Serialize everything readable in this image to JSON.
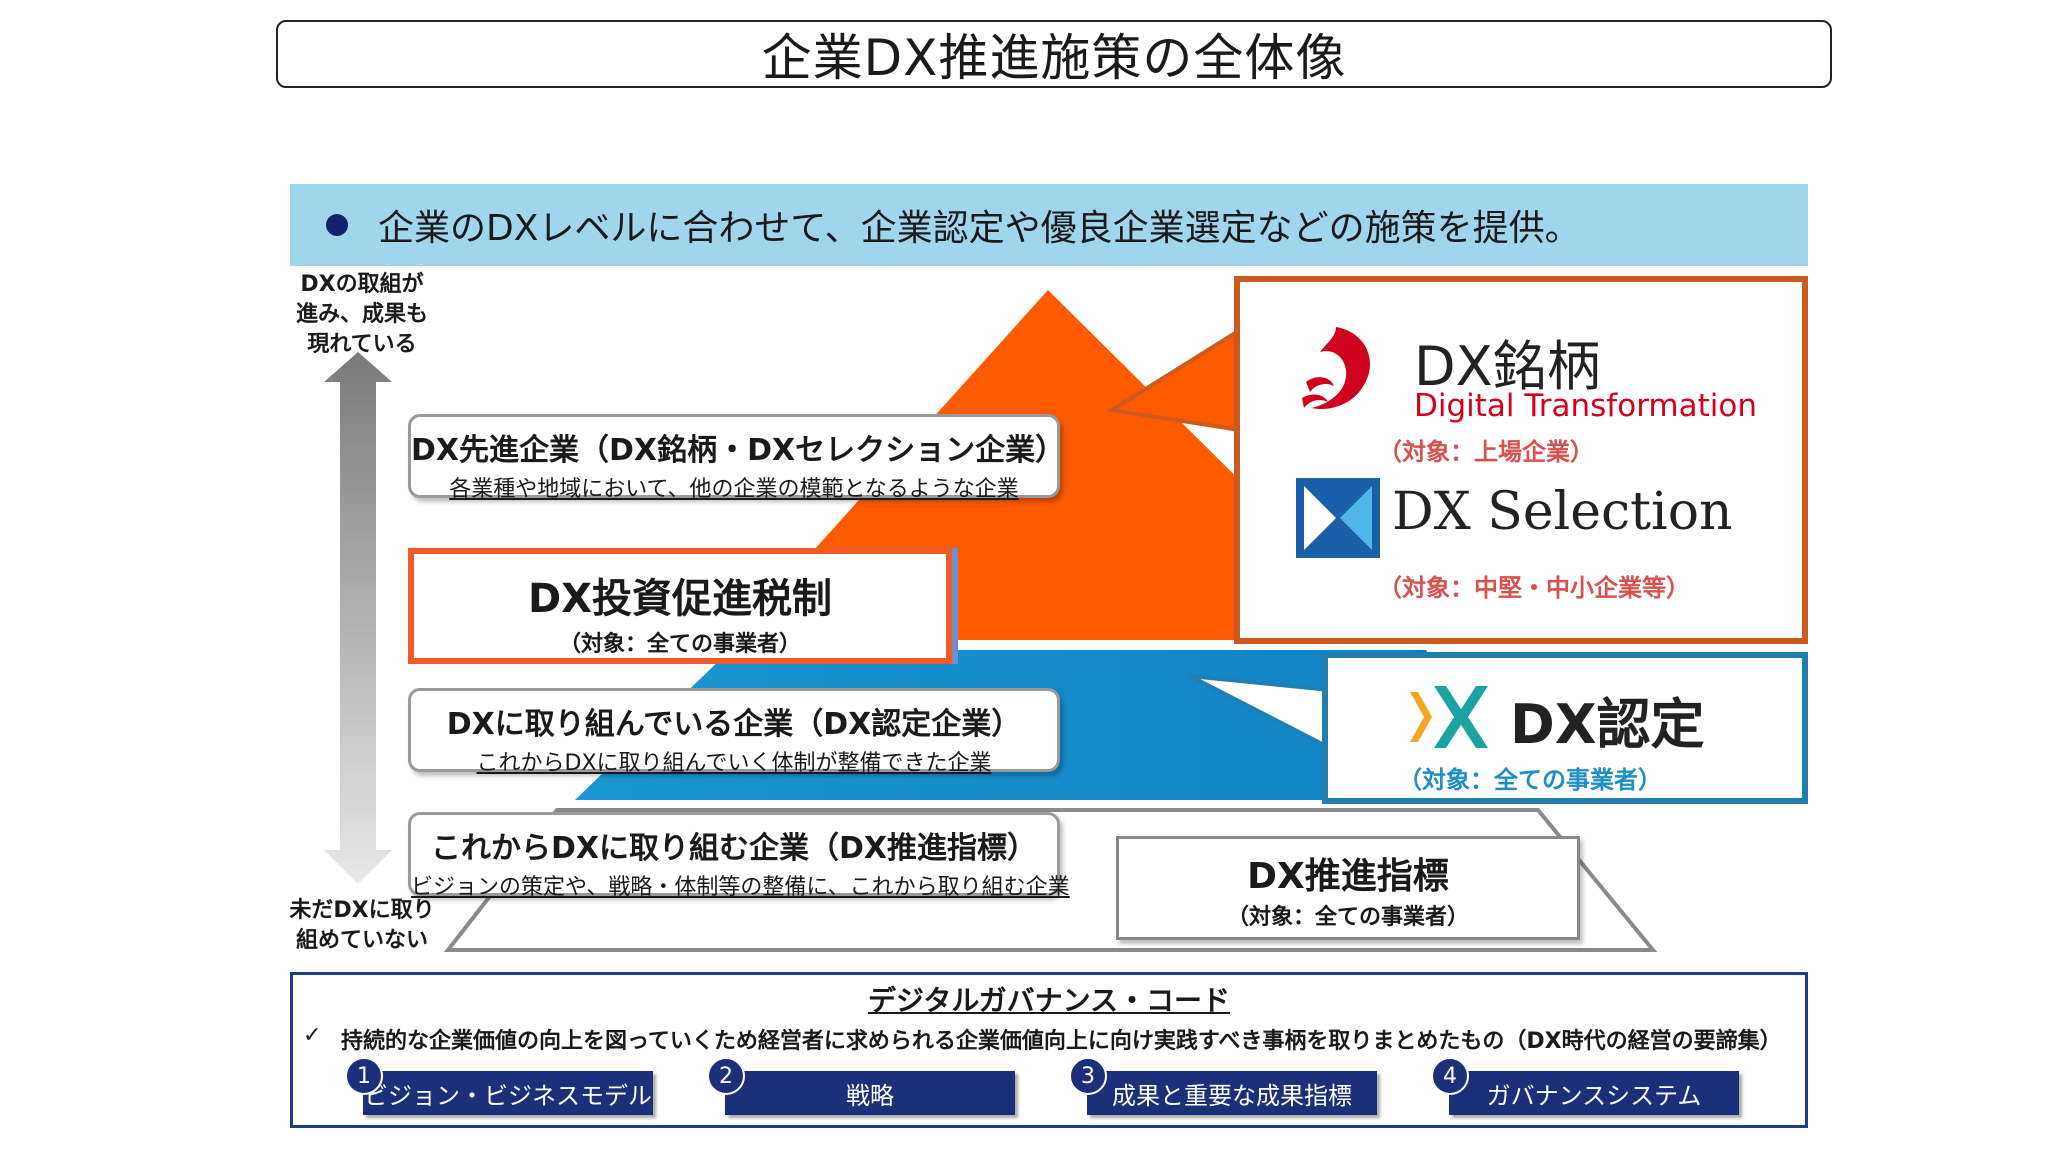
{
  "title": "企業DX推進施策の全体像",
  "banner": "企業のDXレベルに合わせて、企業認定や優良企業選定などの施策を提供。",
  "axis": {
    "top_label": [
      "DXの取組が",
      "進み、成果も",
      "現れている"
    ],
    "bottom_label": [
      "未だDXに取り",
      "組めていない"
    ]
  },
  "levels": [
    {
      "title": "DX先進企業（DX銘柄・DXセレクション企業）",
      "desc": "各業種や地域において、他の企業の模範となるような企業"
    },
    {
      "title": "DXに取り組んでいる企業（DX認定企業）",
      "desc": "これからDXに取り組んでいく体制が整備できた企業"
    },
    {
      "title": "これからDXに取り組む企業（DX推進指標）",
      "desc": "ビジョンの策定や、戦略・体制等の整備に、これから取り組む企業"
    }
  ],
  "tax": {
    "title": "DX投資促進税制",
    "target": "（対象：全ての事業者）"
  },
  "brand": {
    "dx_meigara": "DX銘柄",
    "digital_transformation": "Digital Transformation",
    "meigara_target": "（対象：上場企業）",
    "dx_selection": "DX Selection",
    "selection_target": "（対象：中堅・中小企業等）"
  },
  "certification": {
    "title": "DX認定",
    "target": "（対象：全ての事業者）"
  },
  "index": {
    "title": "DX推進指標",
    "target": "（対象：全ての事業者）"
  },
  "governance": {
    "title": "デジタルガバナンス・コード",
    "check": "✓",
    "description": "持続的な企業価値の向上を図っていくため経営者に求められる企業価値向上に向け実践すべき事柄を取りまとめたもの（DX時代の経営の要諦集）",
    "items": [
      {
        "num": "1",
        "label": "ビジョン・ビジネスモデル"
      },
      {
        "num": "2",
        "label": "戦略"
      },
      {
        "num": "3",
        "label": "成果と重要な成果指標"
      },
      {
        "num": "4",
        "label": "ガバナンスシステム"
      }
    ]
  },
  "colors": {
    "orange": "#ff5a00",
    "blue": "#138bcb",
    "navy": "#1c2f7a",
    "banner": "#9fd6ec"
  }
}
